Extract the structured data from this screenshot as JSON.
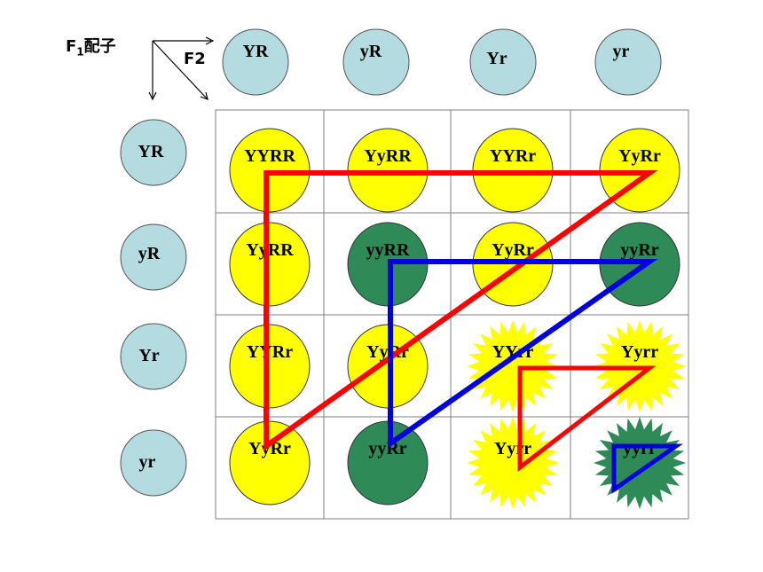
{
  "header": {
    "f1_main": "F",
    "f1_sub": "1",
    "f1_suffix": "配子",
    "f2": "F2"
  },
  "colors": {
    "gamete_fill": "#b4dce0",
    "yellow": "#ffff00",
    "green": "#2e8b57",
    "grid_line": "#7f7f7f",
    "red_line": "#ff0000",
    "blue_line": "#0000dd"
  },
  "column_gametes": [
    "YR",
    "yR",
    "Yr",
    "yr"
  ],
  "row_gametes": [
    "YR",
    "yR",
    "Yr",
    "yr"
  ],
  "grid": [
    [
      {
        "label": "YYRR",
        "color": "yellow",
        "shape": "circle"
      },
      {
        "label": "YyRR",
        "color": "yellow",
        "shape": "circle"
      },
      {
        "label": "YYRr",
        "color": "yellow",
        "shape": "circle"
      },
      {
        "label": "YyRr",
        "color": "yellow",
        "shape": "circle"
      }
    ],
    [
      {
        "label": "YyRR",
        "color": "yellow",
        "shape": "circle"
      },
      {
        "label": "yyRR",
        "color": "green",
        "shape": "circle"
      },
      {
        "label": "YyRr",
        "color": "yellow",
        "shape": "circle"
      },
      {
        "label": "yyRr",
        "color": "green",
        "shape": "circle"
      }
    ],
    [
      {
        "label": "YYRr",
        "color": "yellow",
        "shape": "circle"
      },
      {
        "label": "YyRr",
        "color": "yellow",
        "shape": "circle"
      },
      {
        "label": "YYrr",
        "color": "yellow",
        "shape": "star"
      },
      {
        "label": "Yyrr",
        "color": "yellow",
        "shape": "star"
      }
    ],
    [
      {
        "label": "YyRr",
        "color": "yellow",
        "shape": "circle"
      },
      {
        "label": "yyRr",
        "color": "green",
        "shape": "circle"
      },
      {
        "label": "Yyrr",
        "color": "yellow",
        "shape": "star"
      },
      {
        "label": "yyrr",
        "color": "green",
        "shape": "star"
      }
    ]
  ]
}
